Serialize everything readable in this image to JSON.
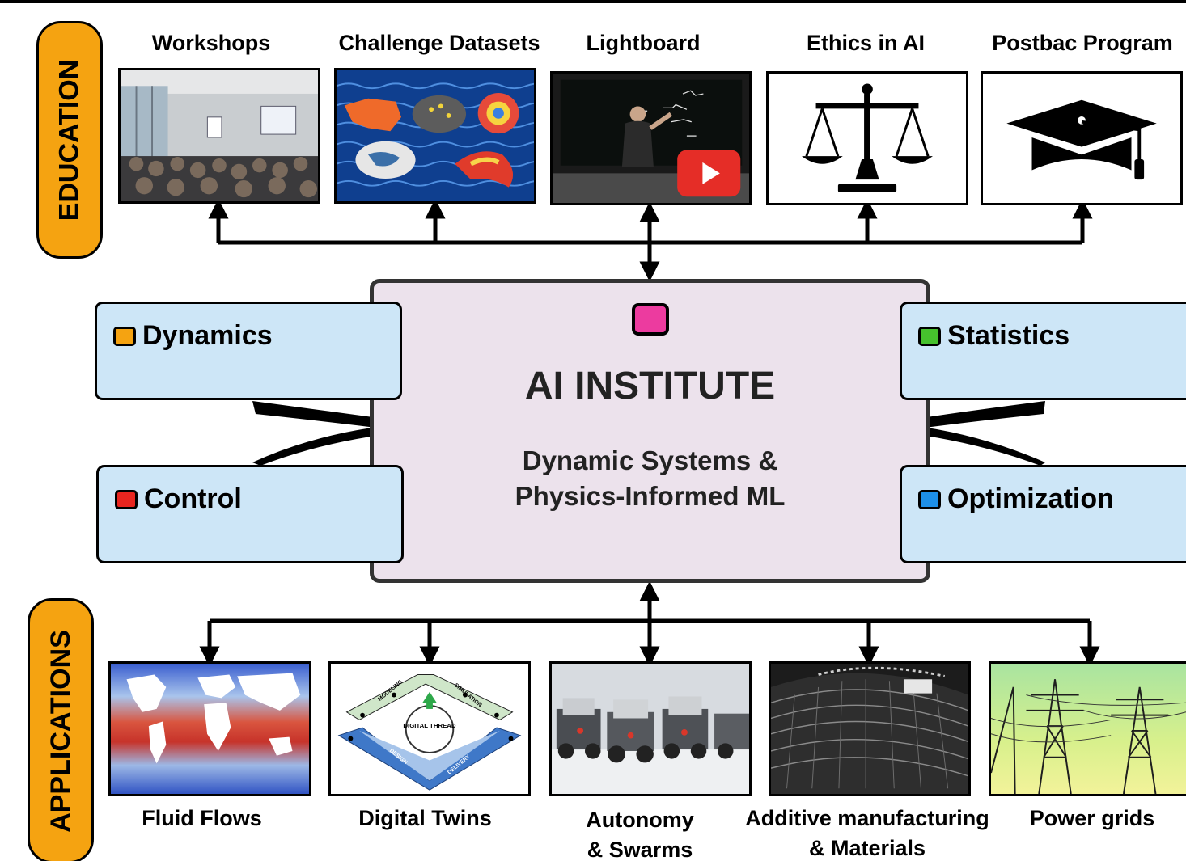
{
  "pillars": {
    "education": "EDUCATION",
    "applications": "APPLICATIONS"
  },
  "education": [
    {
      "label": "Workshops"
    },
    {
      "label": "Challenge Datasets"
    },
    {
      "label": "Lightboard"
    },
    {
      "label": "Ethics in AI"
    },
    {
      "label": "Postbac Program"
    }
  ],
  "hub": {
    "title": "AI INSTITUTE",
    "subtitle_line1": "Dynamic Systems &",
    "subtitle_line2": "Physics-Informed ML",
    "chip_color": "#ec3b9f"
  },
  "topics": {
    "dynamics": {
      "label": "Dynamics",
      "color": "#f5a311"
    },
    "control": {
      "label": "Control",
      "color": "#e8251f"
    },
    "statistics": {
      "label": "Statistics",
      "color": "#46c12d"
    },
    "optimization": {
      "label": "Optimization",
      "color": "#1d8fe8"
    }
  },
  "applications": [
    {
      "label_line1": "Fluid Flows",
      "label_line2": ""
    },
    {
      "label_line1": "Digital Twins",
      "label_line2": ""
    },
    {
      "label_line1": "Autonomy",
      "label_line2": "& Swarms"
    },
    {
      "label_line1": "Additive manufacturing",
      "label_line2": "& Materials"
    },
    {
      "label_line1": "Power grids",
      "label_line2": ""
    }
  ],
  "images": {
    "digital_thread": "DIGITAL THREAD",
    "modeling": "MODELING",
    "simulation": "SIMULATION",
    "design": "DESIGN",
    "delivery": "DELIVERY"
  },
  "colors": {
    "pillar": "#f5a311",
    "topic_box": "#cde6f7",
    "hub_box": "#ece2ec"
  }
}
